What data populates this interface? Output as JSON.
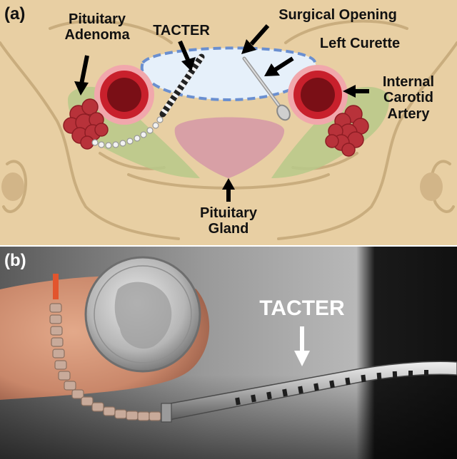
{
  "panel_a": {
    "tag": "(a)",
    "labels": {
      "pituitary_adenoma": "Pituitary\nAdenoma",
      "tacter": "TACTER",
      "surgical_opening": "Surgical Opening",
      "left_curette": "Left Curette",
      "internal_carotid_artery": "Internal\nCarotid\nArtery",
      "pituitary_gland": "Pituitary\nGland"
    }
  },
  "panel_b": {
    "tag": "(b)",
    "tacter_label": "TACTER"
  },
  "colors": {
    "bone": "#e8cfa3",
    "artery": "#c8202c",
    "adenoma": "#b8323a",
    "gland": "#d8a0a6",
    "green_tissue": "#b7c98a",
    "opening_fill": "#e6f0fa",
    "opening_border": "#6a8fd0"
  }
}
